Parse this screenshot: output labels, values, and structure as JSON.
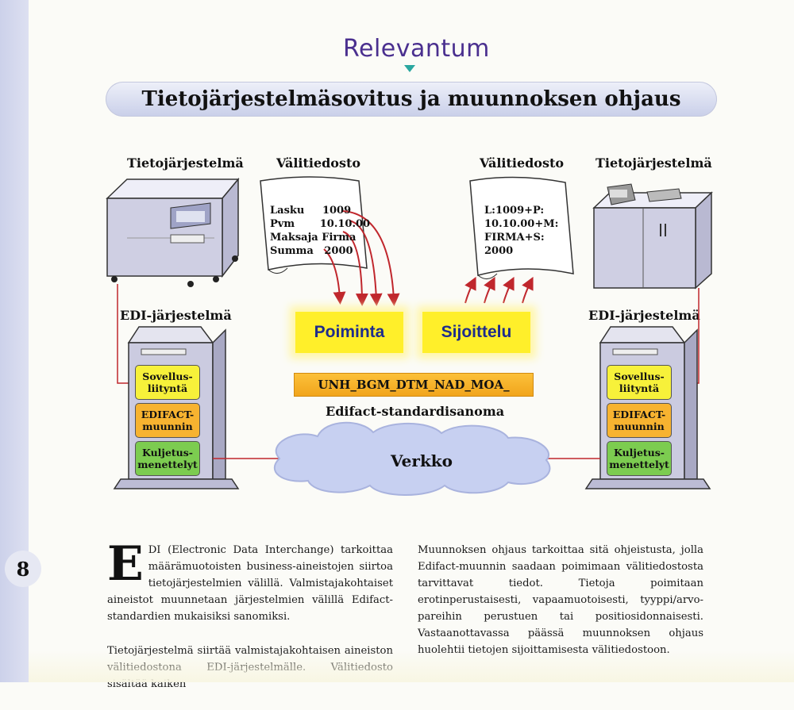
{
  "page": {
    "number": "8"
  },
  "logo": {
    "text": "Relevantum"
  },
  "title": "Tietojärjestelmäsovitus ja muunnoksen ohjaus",
  "diagram": {
    "left_system_label": "Tietojärjestelmä",
    "right_system_label": "Tietojärjestelmä",
    "left_file_label": "Välitiedosto",
    "right_file_label": "Välitiedosto",
    "left_edi_label": "EDI-järjestelmä",
    "right_edi_label": "EDI-järjestelmä",
    "left_file_lines": [
      "Lasku     1009",
      "Pvm       10.10.00",
      "Maksaja Firma",
      "Summa   2000"
    ],
    "right_file_lines": [
      "L:1009+P:",
      "10.10.00+M:",
      "FIRMA+S:",
      "2000"
    ],
    "extract_label": "Poiminta",
    "place_label": "Sijoittelu",
    "message_bar": "UNH_BGM_DTM_NAD_MOA_",
    "message_caption": "Edifact-standardisanoma",
    "network_label": "Verkko",
    "tower_boxes": [
      {
        "label": "Sovellus- liityntä",
        "color": "#f7f13a"
      },
      {
        "label": "EDIFACT- muunnin",
        "color": "#f7b330"
      },
      {
        "label": "Kuljetus- menettelyt",
        "color": "#7ccc50"
      }
    ]
  },
  "body": {
    "dropcap": "E",
    "left_p1": "DI (Electronic Data Interchange) tarkoittaa määrämuotoisten business-aineistojen siirtoa tietojärjestelmien välillä. Valmistajakohtaiset aineistot muunnetaan järjestelmien välillä Edifact-standardien mukaisiksi sanomiksi.",
    "left_p2": "Tietojärjestelmä siirtää valmistajakohtaisen aineiston välitiedostona EDI-järjestelmälle. Välitiedosto sisältää kaiken",
    "right_p1": "Muunnoksen ohjaus tarkoittaa sitä ohjeistusta, jolla Edifact-muunnin saadaan poimimaan välitiedostosta tarvittavat tiedot. Tietoja poimitaan erotinperustaisesti, vapaamuotoisesti, tyyppi/arvo-pareihin perustuen tai positiosidonnaisesti. Vastaanottavassa päässä muunnoksen ohjaus huolehtii tietojen sijoittamisesta välitiedostoon."
  },
  "colors": {
    "title_bar": "#c9cfe9",
    "glow": "#ffef2a",
    "text_blue": "#1e2c8c",
    "connector_red": "#c0272d"
  }
}
